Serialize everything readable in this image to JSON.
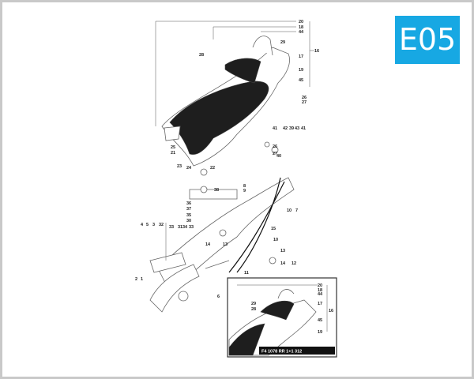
{
  "section_code": "E05",
  "accent_color": "#17a8e3",
  "diagram": {
    "main_callouts": [
      "20",
      "18",
      "44",
      "29",
      "28",
      "17",
      "16",
      "19",
      "45",
      "26",
      "27",
      "41",
      "42",
      "39",
      "43",
      "41",
      "25",
      "21",
      "26",
      "27",
      "40",
      "23",
      "24",
      "22",
      "8",
      "9",
      "10",
      "7",
      "36",
      "38",
      "37",
      "35",
      "30",
      "4",
      "5",
      "3",
      "32",
      "33",
      "31",
      "34",
      "33",
      "15",
      "10",
      "14",
      "13",
      "13",
      "14",
      "12",
      "2",
      "1",
      "11",
      "6"
    ],
    "inset_callouts": [
      "20",
      "18",
      "44",
      "29",
      "28",
      "17",
      "16",
      "45",
      "19"
    ],
    "inset_reference": "F4 1078 RR 1+1 312"
  }
}
